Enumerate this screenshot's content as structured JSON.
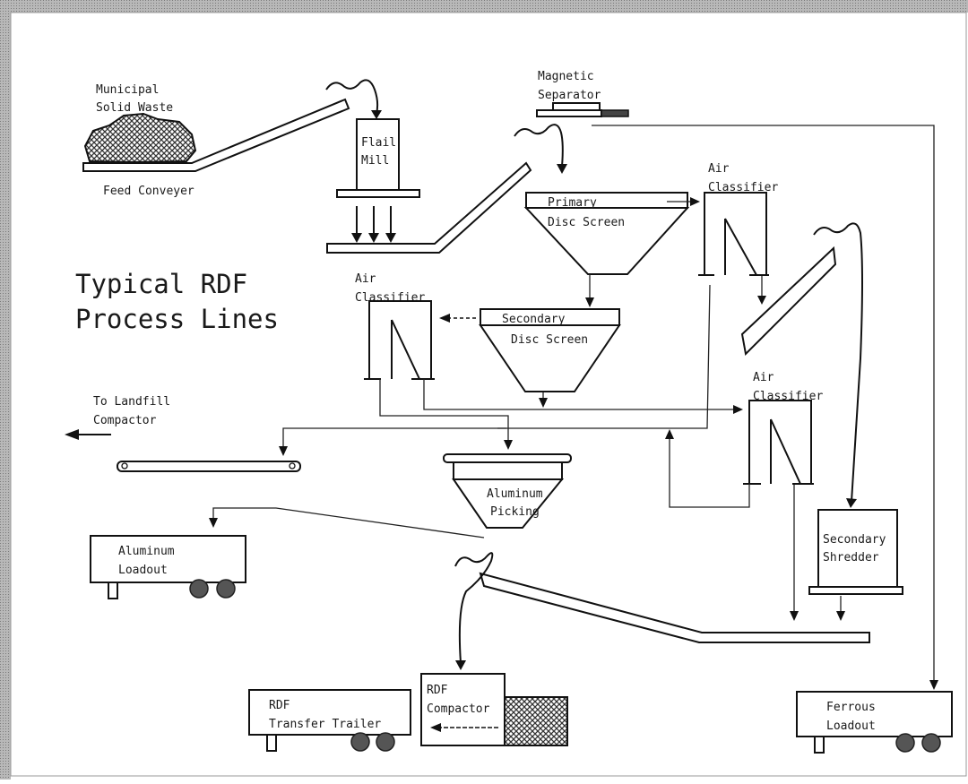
{
  "title": {
    "line1": "Typical RDF",
    "line2": "Process Lines"
  },
  "labels": {
    "msw_line1": "Municipal",
    "msw_line2": "Solid Waste",
    "feed_conveyor": "Feed Conveyer",
    "flail_line1": "Flail",
    "flail_line2": "Mill",
    "magnetic_line1": "Magnetic",
    "magnetic_line2": "Separator",
    "primary_line1": "Primary",
    "primary_line2": "Disc Screen",
    "air1_line1": "Air",
    "air1_line2": "Classifier",
    "air2_line1": "Air",
    "air2_line2": "Classifier",
    "secondary_line1": "Secondary",
    "secondary_line2": "Disc Screen",
    "air3_line1": "Air",
    "air3_line2": "Classifier",
    "landfill_line1": "To Landfill",
    "landfill_line2": "Compactor",
    "aluminum_picking_line1": "Aluminum",
    "aluminum_picking_line2": "Picking",
    "aluminum_loadout_line1": "Aluminum",
    "aluminum_loadout_line2": "Loadout",
    "shredder_line1": "Secondary",
    "shredder_line2": "Shredder",
    "transfer_line1": "RDF",
    "transfer_line2": "Transfer Trailer",
    "compactor_line1": "RDF",
    "compactor_line2": "Compactor",
    "ferrous_line1": "Ferrous",
    "ferrous_line2": "Loadout"
  },
  "colors": {
    "frame": "#9a9a9a",
    "ink": "#111111",
    "hatch": "#555555",
    "wheel": "#555555"
  }
}
